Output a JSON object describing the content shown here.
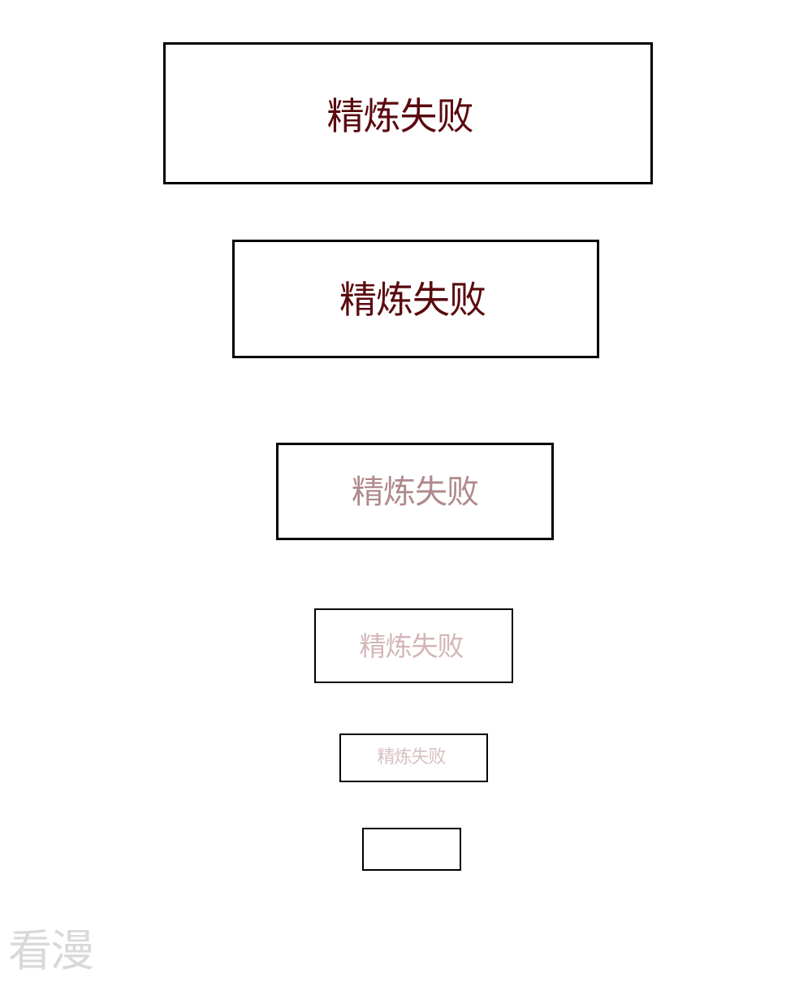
{
  "colors": {
    "background": "#ffffff",
    "border": "#000000",
    "text_dark": "#5a0a0f",
    "text_medium": "#b08a8c",
    "text_light": "#d4b6b8",
    "text_faint": "#d8c0c2",
    "watermark": "#d9d9d9"
  },
  "panels": [
    {
      "text": "精炼失败",
      "color": "#5a0a0f"
    },
    {
      "text": "精炼失败",
      "color": "#5a0a0f"
    },
    {
      "text": "精炼失败",
      "color": "#b08a8c"
    },
    {
      "text": "精炼失败",
      "color": "#d4b6b8"
    },
    {
      "text": "精炼失败",
      "color": "#d8c0c2"
    },
    {
      "text": ""
    }
  ],
  "watermark": {
    "text": "看漫"
  }
}
